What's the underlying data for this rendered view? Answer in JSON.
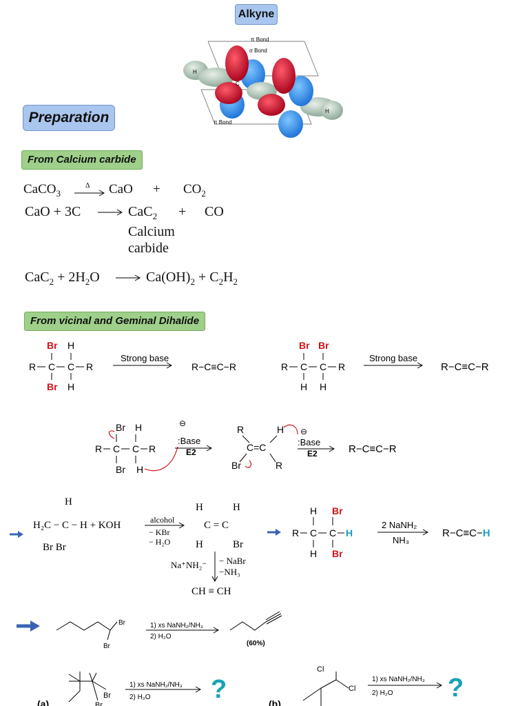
{
  "title": "Alkyne",
  "orbital_labels": {
    "pi_top": "π Bond",
    "sigma": "σ Bond",
    "pi_bottom": "π Bond",
    "c": "C",
    "h": "H"
  },
  "preparation": "Preparation",
  "section1": "From Calcium carbide",
  "eq1": {
    "lhs": "CaCO",
    "lhs_sub": "3",
    "delta": "Δ",
    "p1": "CaO",
    "plus": "+",
    "p2": "CO",
    "p2_sub": "2"
  },
  "eq2": {
    "lhs": "CaO + 3C",
    "p1": "CaC",
    "p1_sub": "2",
    "plus": "+",
    "p2": "CO",
    "name1": "Calcium",
    "name2": "carbide"
  },
  "eq3": {
    "lhs": "CaC",
    "lhs_sub": "2",
    "lhs2": " + 2H",
    "lhs2_sub": "2",
    "lhs3": "O",
    "rhs": "Ca(OH)",
    "rhs_sub": "2",
    "rhs2": " + C",
    "rhs2_sub": "2",
    "rhs3": "H",
    "rhs3_sub": "2"
  },
  "section2": "From vicinal and Geminal Dihalide",
  "rxn_a": {
    "reagent": "Strong base",
    "product": "R−C≡C−R"
  },
  "rxn_b": {
    "reagent": "Strong base",
    "product": "R−C≡C−R"
  },
  "e2": {
    "base": ":Base",
    "e2": "E2",
    "product": "R−C≡C−R"
  },
  "alcohol_rxn": {
    "reactant_top": "H",
    "reactant": "H₂C − C − H + KOH",
    "reactant_br": "Br  Br",
    "cond1": "alcohol",
    "cond2": "− KBr",
    "cond3": "− H₂O",
    "step2_reagent": "Na⁺NH₂⁻",
    "step2_c1": "− NaBr",
    "step2_c2": "−NH₃",
    "final": "CH ≡ CH"
  },
  "nanh2_rxn": {
    "reagent1": "2 NaNH₂",
    "reagent2": "NH₃",
    "product_prefix": "R−C≡C−",
    "product_h": "H"
  },
  "pentyl_rxn": {
    "reagent1": "1) xs NaNH₂/NH₃",
    "reagent2": "2) H₂O",
    "yield": "(60%)"
  },
  "problem_a": {
    "label": "(a)",
    "reagent1": "1) xs NaNH₂/NH₃",
    "reagent2": "2) H₂O",
    "mark": "?"
  },
  "problem_b": {
    "label": "(b)",
    "reagent1": "1) xs NaNH₂/NH₃",
    "reagent2": "2) H₂O",
    "mark": "?"
  },
  "colors": {
    "bromine": "#d0121b",
    "hydrogen_hl": "#1b9ec1",
    "arrow": "#3a63b5",
    "question": "#19a3b5"
  }
}
